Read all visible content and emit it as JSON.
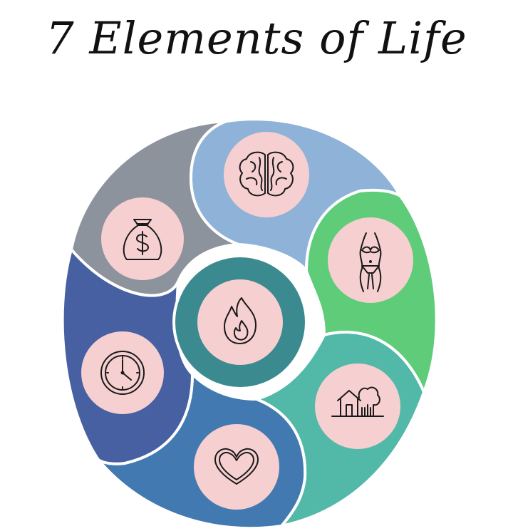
{
  "title": "7 Elements of Life",
  "colors": {
    "mind": "#8fb3d8",
    "body": "#5fcc7a",
    "home": "#52b8a8",
    "love": "#4279b0",
    "time": "#4760a2",
    "money": "#8c939d",
    "spirit": "#3a8a8f",
    "icon_bg": "#f6cfd0",
    "outline": "#ffffff"
  },
  "elements": [
    {
      "id": "mind",
      "icon": "brain-icon"
    },
    {
      "id": "body",
      "icon": "body-figure-icon"
    },
    {
      "id": "home",
      "icon": "house-icon"
    },
    {
      "id": "love",
      "icon": "heart-icon"
    },
    {
      "id": "time",
      "icon": "clock-icon"
    },
    {
      "id": "money",
      "icon": "money-bag-icon"
    },
    {
      "id": "spirit",
      "icon": "flame-icon"
    }
  ]
}
